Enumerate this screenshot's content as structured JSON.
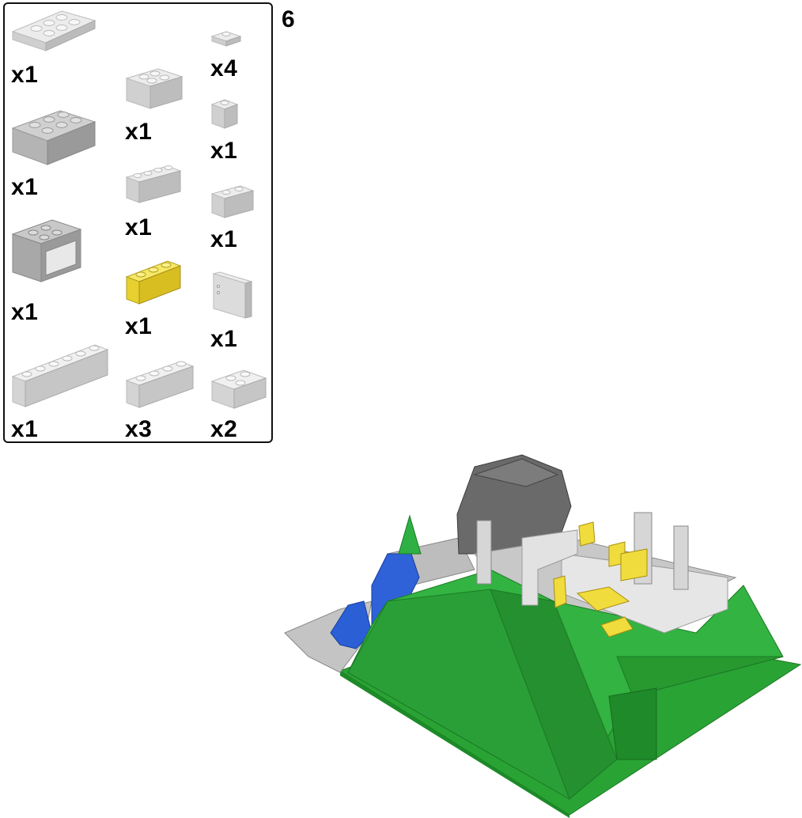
{
  "step": {
    "number": "6"
  },
  "colors": {
    "light_gray": "#dcdcdc",
    "gray": "#b8b8b8",
    "dark_gray": "#6e6e6e",
    "yellow": "#f0dc3c",
    "green": "#2ea83a",
    "blue": "#2255cc"
  },
  "parts": [
    {
      "name": "plate-2x4-light-gray",
      "qty": "x1"
    },
    {
      "name": "plate-1x2-light-gray",
      "qty": "x4"
    },
    {
      "name": "brick-2x3-light-gray",
      "qty": "x1"
    },
    {
      "name": "brick-2x4-gray",
      "qty": "x1"
    },
    {
      "name": "brick-1x1-light-gray",
      "qty": "x1"
    },
    {
      "name": "brick-1x4-light-gray",
      "qty": "x1"
    },
    {
      "name": "brick-1x2-light-gray",
      "qty": "x1"
    },
    {
      "name": "window-frame-2x3-gray",
      "qty": "x1"
    },
    {
      "name": "brick-1x3-yellow",
      "qty": "x1"
    },
    {
      "name": "door-panel-light-gray",
      "qty": "x1"
    },
    {
      "name": "brick-1x6-light-gray",
      "qty": "x1"
    },
    {
      "name": "brick-1x4-light-gray-b",
      "qty": "x3"
    },
    {
      "name": "brick-1x2-light-gray-b",
      "qty": "x2"
    }
  ]
}
